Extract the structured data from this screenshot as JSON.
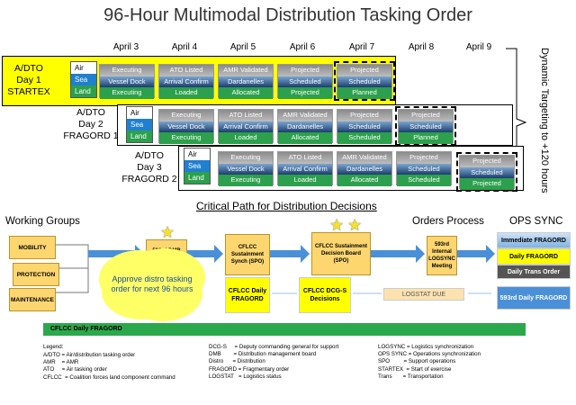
{
  "title": "96-Hour Multimodal Distribution Tasking Order",
  "dates": [
    "April 3",
    "April 4",
    "April 5",
    "April 6",
    "April 7",
    "April 8",
    "April 9"
  ],
  "side_label": "Dynamic Targeting to +120 hours",
  "domains": {
    "air": "Air",
    "sea": "Sea",
    "land": "Land"
  },
  "rows": [
    {
      "label": [
        "A/DTO",
        "Day 1",
        "STARTEX"
      ],
      "cells": [
        [
          "Executing",
          "Vessel Dock",
          "Executing"
        ],
        [
          "ATO Listed",
          "Arrival Confirm",
          "Loaded"
        ],
        [
          "AMR Validated",
          "Dardanelles",
          "Allocated"
        ],
        [
          "Projected",
          "Scheduled",
          "Projected"
        ],
        [
          "Projected",
          "Scheduled",
          "Planned"
        ]
      ]
    },
    {
      "label": [
        "A/DTO",
        "Day 2",
        "FRAGORD 1"
      ],
      "cells": [
        [
          "Executing",
          "Vessel Dock",
          "Executing"
        ],
        [
          "ATO Listed",
          "Arrival Confirm",
          "Loaded"
        ],
        [
          "AMR Validated",
          "Dardanelles",
          "Allocated"
        ],
        [
          "Projected",
          "Scheduled",
          "Scheduled"
        ],
        [
          "Projected",
          "Scheduled",
          "Planned"
        ]
      ]
    },
    {
      "label": [
        "A/DTO",
        "Day 3",
        "FRAGORD 2"
      ],
      "cells": [
        [
          "Executing",
          "Vessel Dock",
          "Executing"
        ],
        [
          "ATO Listed",
          "Arrival Confirm",
          "Loaded"
        ],
        [
          "AMR Validated",
          "Dardanelles",
          "Allocated"
        ],
        [
          "Projected",
          "Scheduled",
          "Scheduled"
        ],
        [
          "Projected",
          "Scheduled",
          "Projected"
        ]
      ]
    }
  ],
  "critical_path_title": "Critical Path for Distribution Decisions",
  "sections": {
    "working_groups": "Working Groups",
    "orders_process": "Orders  Process",
    "ops_sync": "OPS SYNC"
  },
  "working_groups": [
    "MOBILITY",
    "PROTECTION",
    "MAINTENANCE"
  ],
  "nodes": {
    "dmb": "593rd DMB (SPO)",
    "synch": "CFLCC Sustainment Synch (SPO)",
    "board": "CFLCC Sustainment Decision Board (SPO)",
    "logsync": "593rd Internal LOGSYNC Meeting",
    "immediate": "Immediate FRAGORD",
    "daily": "Daily FRAGORD",
    "trans": "Daily Trans Order",
    "cflcc_daily": "CFLCC Daily FRAGORD",
    "dcgs": "CFLCC DCG-S Decisions",
    "logstat": "LOGSTAT DUE",
    "fragord_593": "593rd Daily FRAGORD"
  },
  "cloud": "Approve distro tasking order for next 96 hours",
  "green_bar": "CFLCC Daily FRAGORD",
  "legend_title": "Legend:",
  "legend_cols": [
    "A/DTO = Air/distribution tasking order\nAMR    = AMR\nATO     = Air tasking order\nCFLCC  = Coalition forces land component command",
    "DCG-S     = Deputy commanding general for support\nDMB        = Distribution management board\nDistro      = Distribution\nFRAGORD = Fragmentary order\nLOGSTAT   = Logistics status",
    "LOGSYNC = Logistics synchronization\nOPS SYNC = Operations synchronization\nSPO         = Support operations\nSTARTEX  = Start of exercise\nTrans       = Transportation"
  ],
  "colors": {
    "highlight": "#ffff00",
    "node": "#fdd670",
    "arrow": "#4a90d9",
    "green": "#2ca84c",
    "sea": "#1f7fd0"
  }
}
